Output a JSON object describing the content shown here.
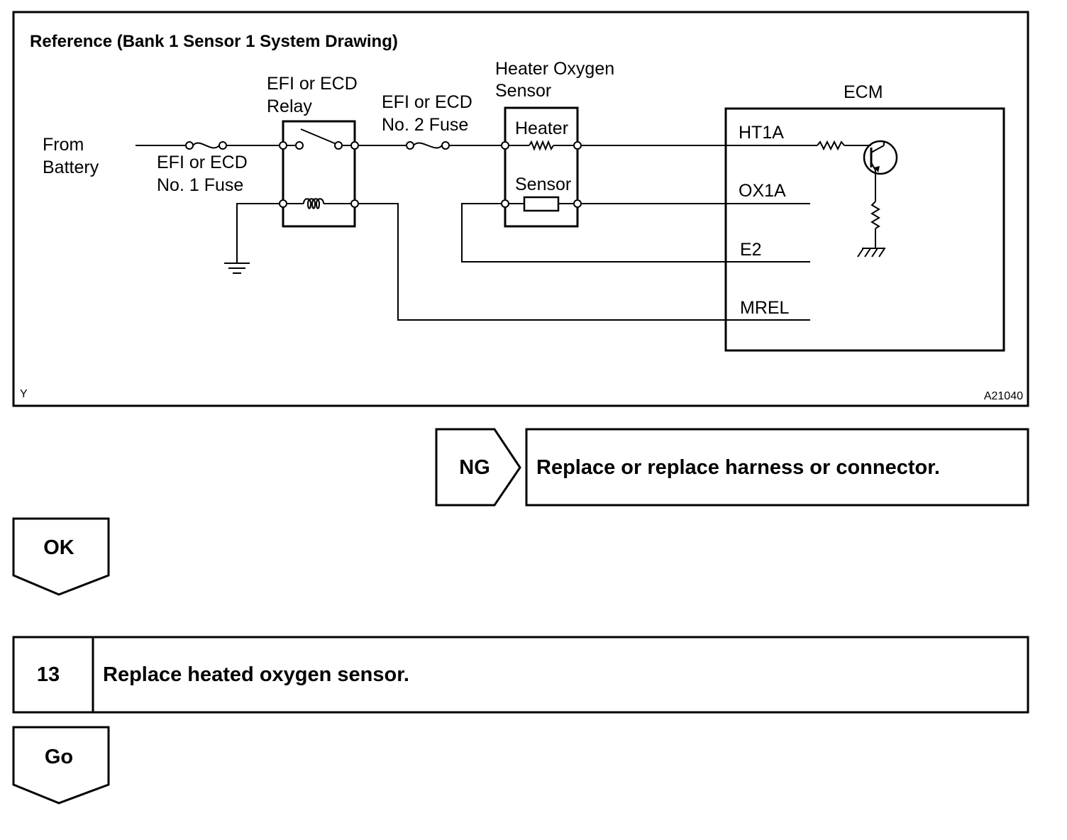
{
  "diagram": {
    "title": "Reference (Bank 1 Sensor 1 System Drawing)",
    "corner_left": "Y",
    "figure_id": "A21040",
    "labels": {
      "from_battery_line1": "From",
      "from_battery_line2": "Battery",
      "fuse1_line1": "EFI or ECD",
      "fuse1_line2": "No. 1 Fuse",
      "relay_line1": "EFI or ECD",
      "relay_line2": "Relay",
      "fuse2_line1": "EFI or ECD",
      "fuse2_line2": "No. 2 Fuse",
      "sensor_title_line1": "Heater Oxygen",
      "sensor_title_line2": "Sensor",
      "heater": "Heater",
      "sensor": "Sensor",
      "ecm": "ECM",
      "pin_ht1a": "HT1A",
      "pin_ox1a": "OX1A",
      "pin_e2": "E2",
      "pin_mrel": "MREL"
    }
  },
  "flow": {
    "ng_label": "NG",
    "ng_action": "Replace or replace harness or connector.",
    "ok_label": "OK",
    "step_number": "13",
    "step_text": "Replace heated oxygen sensor.",
    "go_label": "Go"
  }
}
